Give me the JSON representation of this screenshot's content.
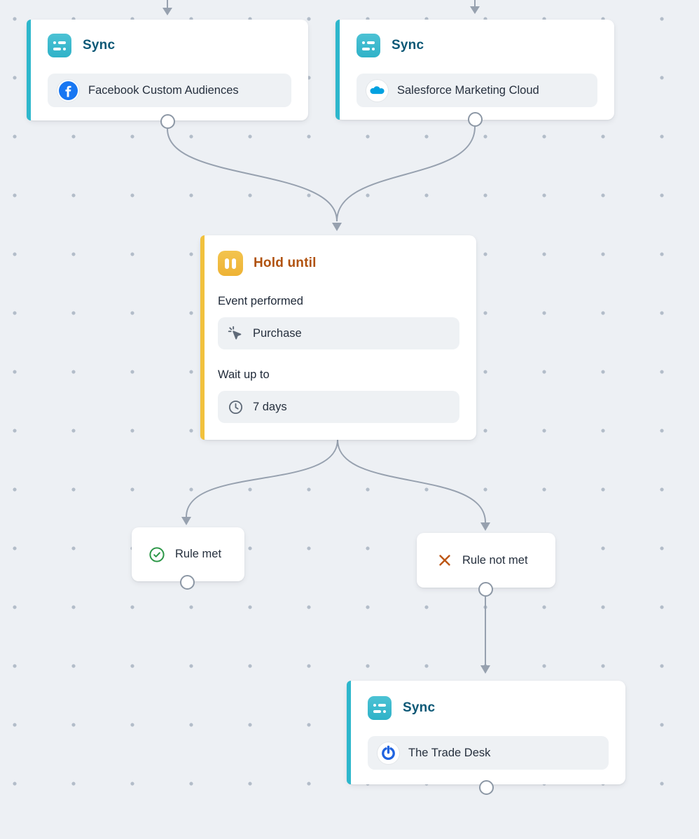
{
  "canvas": {
    "background": "#edf0f4",
    "dot_color": "#b3bdc9"
  },
  "colors": {
    "accent_sync": "#2db7cc",
    "accent_hold": "#f1c13d",
    "sync_title": "#0c5876",
    "hold_title": "#b0520e",
    "edge": "#97a1af",
    "success_green": "#2c9747",
    "failure_rust": "#bd5715",
    "facebook_blue": "#1877f2",
    "salesforce_blue": "#00a1e0",
    "tradedesk_blue": "#2064e0"
  },
  "icons": {
    "sync": "sliders-sync-icon",
    "hold": "pause-icon",
    "event": "mouse-click-icon",
    "wait": "clock-icon",
    "rule_met": "check-circle-icon",
    "rule_not_met": "x-icon",
    "facebook": "facebook-f-icon",
    "salesforce": "salesforce-cloud-icon",
    "tradedesk": "power-icon"
  },
  "nodes": {
    "sync_facebook": {
      "title": "Sync",
      "destination": "Facebook Custom Audiences"
    },
    "sync_salesforce": {
      "title": "Sync",
      "destination": "Salesforce Marketing Cloud"
    },
    "hold_until": {
      "title": "Hold until",
      "event_label": "Event performed",
      "event_value": "Purchase",
      "wait_label": "Wait up to",
      "wait_value": "7 days"
    },
    "rule_met": {
      "label": "Rule met"
    },
    "rule_not_met": {
      "label": "Rule not met"
    },
    "sync_tradedesk": {
      "title": "Sync",
      "destination": "The Trade Desk"
    }
  }
}
